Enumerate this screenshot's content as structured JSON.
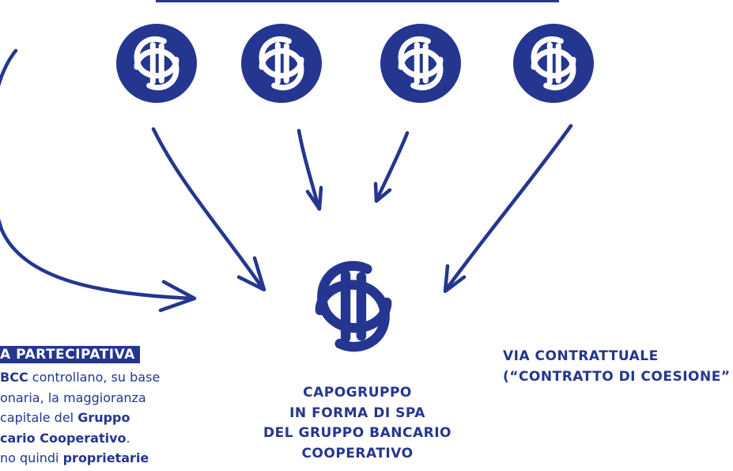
{
  "partecipativa": {
    "heading": "A PARTECIPATIVA",
    "lines": [
      [
        {
          "t": "BCC",
          "b": true
        },
        {
          "t": " controllano, su base",
          "b": false
        }
      ],
      [
        {
          "t": "onaria, la maggioranza",
          "b": false
        }
      ],
      [
        {
          "t": "capitale del ",
          "b": false
        },
        {
          "t": "Gruppo",
          "b": true
        }
      ],
      [
        {
          "t": "cario Cooperativo",
          "b": true
        },
        {
          "t": ".",
          "b": false
        }
      ],
      [
        {
          "t": "no quindi ",
          "b": false
        },
        {
          "t": "proprietarie",
          "b": true
        }
      ]
    ]
  },
  "capogruppo": {
    "lines": [
      "CAPOGRUPPO",
      "IN FORMA DI SPA",
      "DEL GRUPPO BANCARIO",
      "COOPERATIVO"
    ]
  },
  "contrattuale": {
    "lines": [
      "VIA CONTRATTUALE",
      "(“CONTRATTO DI COESIONE”"
    ]
  },
  "colors": {
    "brand": "#24368f",
    "background": "#ffffff"
  },
  "icons": [
    "bcc-logo-icon"
  ]
}
